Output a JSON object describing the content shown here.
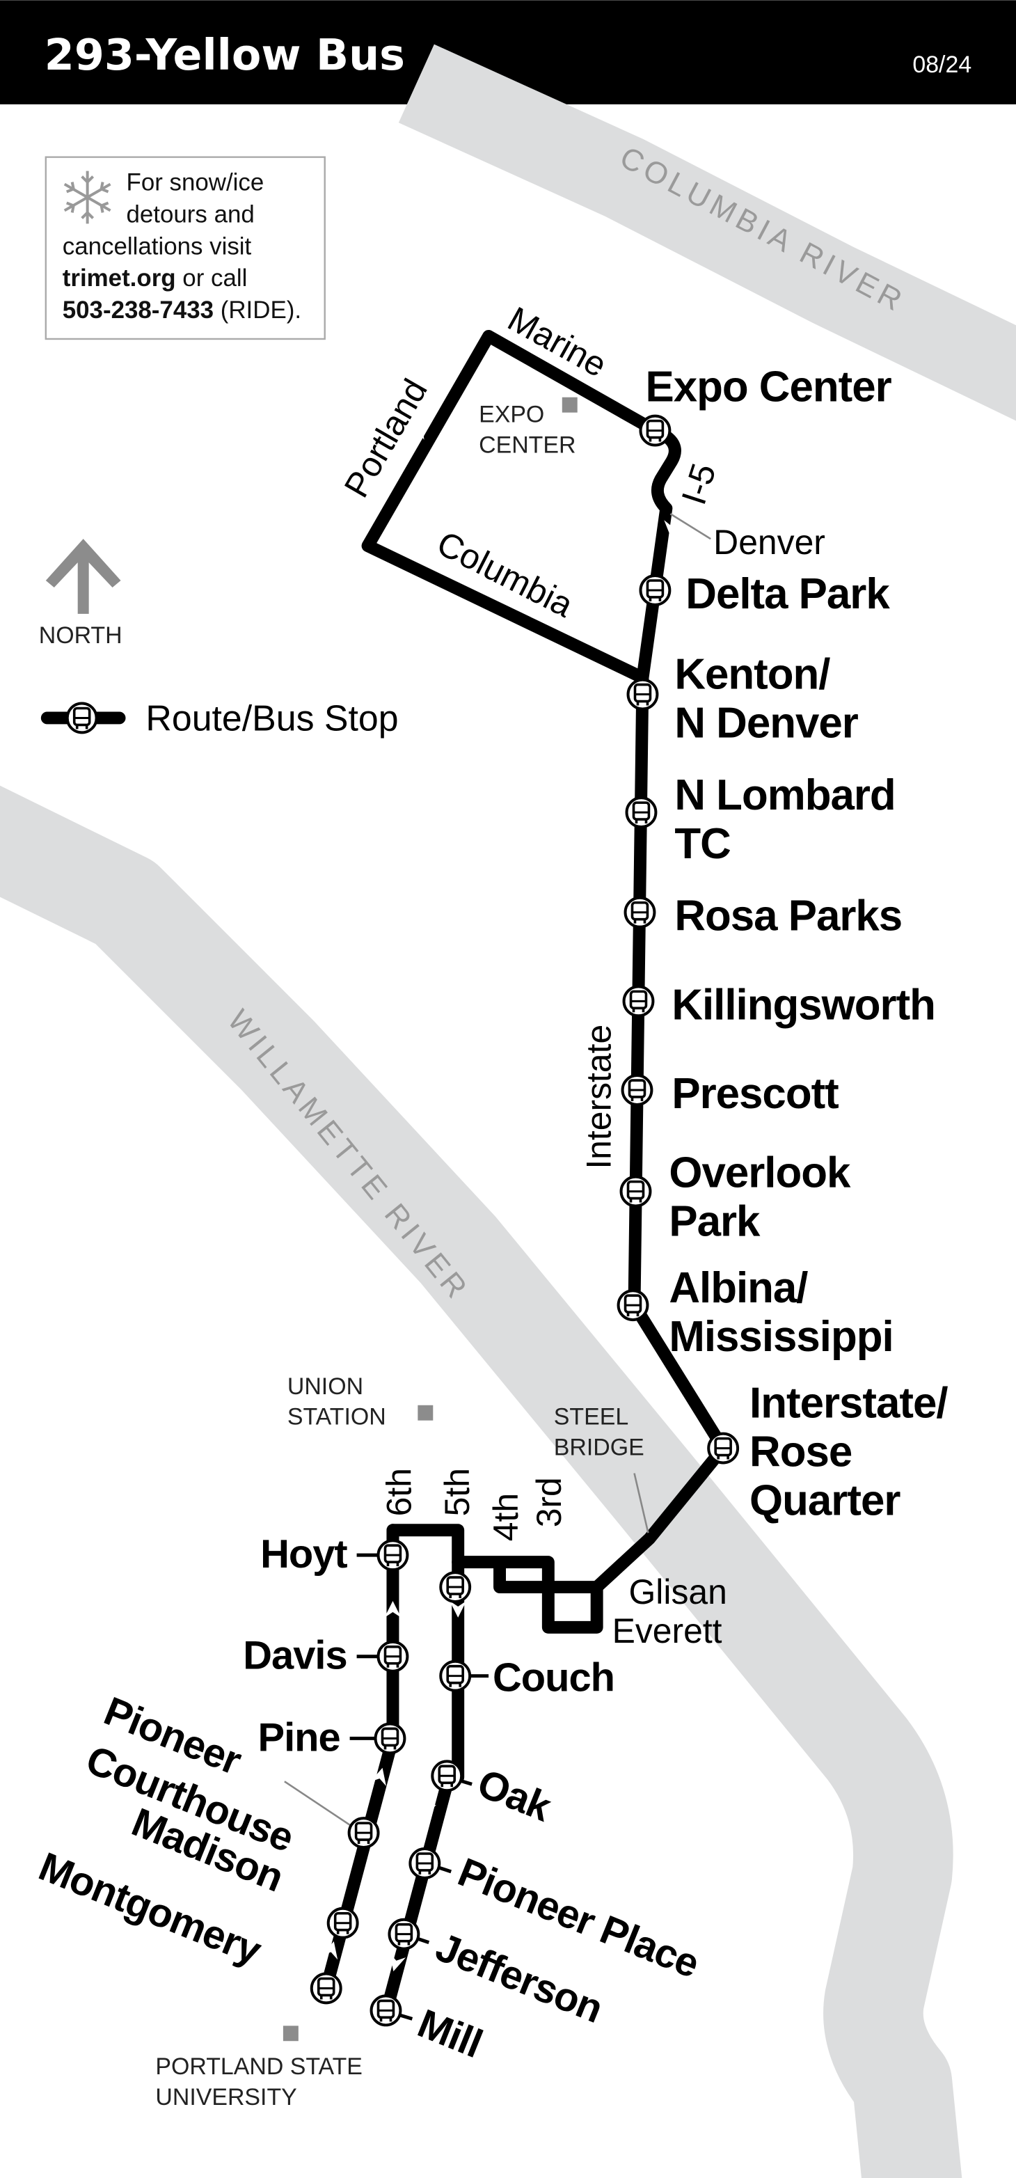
{
  "header": {
    "title": "293-Yellow Bus",
    "date": "08/24"
  },
  "notice": {
    "icon": "snowflake-icon",
    "lines": [
      "For snow/ice",
      "detours and",
      "cancellations visit"
    ],
    "link": "trimet.org",
    "link_suffix": " or call",
    "phone": "503-238-7433",
    "phone_suffix": " (RIDE)."
  },
  "north": {
    "label": "NORTH",
    "icon": "north-arrow-icon"
  },
  "legend": {
    "label": "Route/Bus Stop",
    "icon": "bus-stop-icon"
  },
  "rivers": {
    "columbia": "COLUMBIA RIVER",
    "willamette": "WILLAMETTE RIVER"
  },
  "landmarks": {
    "expo": [
      "EXPO",
      "CENTER"
    ],
    "union": [
      "UNION",
      "STATION"
    ],
    "steel": [
      "STEEL",
      "BRIDGE"
    ],
    "psu": [
      "PORTLAND STATE",
      "UNIVERSITY"
    ]
  },
  "streets": {
    "marine": "Marine",
    "portland": "Portland",
    "columbia": "Columbia",
    "i5": "I-5",
    "denver": "Denver",
    "interstate": "Interstate",
    "sixth": "6th",
    "fifth": "5th",
    "fourth": "4th",
    "third": "3rd",
    "glisan": "Glisan",
    "everett": "Everett"
  },
  "stops": {
    "expo_center": [
      "Expo Center"
    ],
    "delta_park": [
      "Delta Park"
    ],
    "kenton": [
      "Kenton/",
      "N Denver"
    ],
    "lombard": [
      "N Lombard",
      "TC"
    ],
    "rosa_parks": [
      "Rosa Parks"
    ],
    "killingsworth": [
      "Killingsworth"
    ],
    "prescott": [
      "Prescott"
    ],
    "overlook": [
      "Overlook",
      "Park"
    ],
    "albina": [
      "Albina/",
      "Mississippi"
    ],
    "rose_quarter": [
      "Interstate/",
      "Rose",
      "Quarter"
    ],
    "hoyt": "Hoyt",
    "davis": "Davis",
    "pine": "Pine",
    "pioneer_courthouse": [
      "Pioneer",
      "Courthouse"
    ],
    "madison": "Madison",
    "montgomery": "Montgomery",
    "couch": "Couch",
    "oak": "Oak",
    "pioneer_place": "Pioneer Place",
    "jefferson": "Jefferson",
    "mill": "Mill"
  },
  "colors": {
    "route": "#000000",
    "river": "#dcddde",
    "landmark": "#8c8c8c",
    "header": "#000000"
  }
}
